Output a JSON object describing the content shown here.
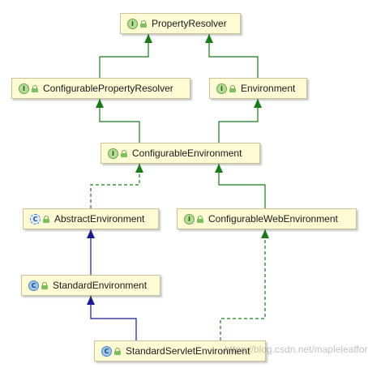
{
  "diagram": {
    "nodes": [
      {
        "id": "property-resolver",
        "label": "PropertyResolver",
        "kind": "interface",
        "badge": "I"
      },
      {
        "id": "configurable-property-resolver",
        "label": "ConfigurablePropertyResolver",
        "kind": "interface",
        "badge": "I"
      },
      {
        "id": "environment",
        "label": "Environment",
        "kind": "interface",
        "badge": "I"
      },
      {
        "id": "configurable-environment",
        "label": "ConfigurableEnvironment",
        "kind": "interface",
        "badge": "I"
      },
      {
        "id": "abstract-environment",
        "label": "AbstractEnvironment",
        "kind": "abstract",
        "badge": "C"
      },
      {
        "id": "configurable-web-environment",
        "label": "ConfigurableWebEnvironment",
        "kind": "interface",
        "badge": "I"
      },
      {
        "id": "standard-environment",
        "label": "StandardEnvironment",
        "kind": "class",
        "badge": "C"
      },
      {
        "id": "standard-servlet-environment",
        "label": "StandardServletEnvironment",
        "kind": "class",
        "badge": "C"
      }
    ],
    "edges": [
      {
        "from": "configurable-property-resolver",
        "to": "property-resolver",
        "type": "extends-interface"
      },
      {
        "from": "environment",
        "to": "property-resolver",
        "type": "extends-interface"
      },
      {
        "from": "configurable-environment",
        "to": "configurable-property-resolver",
        "type": "extends-interface"
      },
      {
        "from": "configurable-environment",
        "to": "environment",
        "type": "extends-interface"
      },
      {
        "from": "abstract-environment",
        "to": "configurable-environment",
        "type": "implements"
      },
      {
        "from": "configurable-web-environment",
        "to": "configurable-environment",
        "type": "extends-interface"
      },
      {
        "from": "standard-environment",
        "to": "abstract-environment",
        "type": "extends-class"
      },
      {
        "from": "standard-servlet-environment",
        "to": "standard-environment",
        "type": "extends-class"
      },
      {
        "from": "standard-servlet-environment",
        "to": "configurable-web-environment",
        "type": "implements"
      }
    ],
    "colors": {
      "interface_edge": "#1a7a1a",
      "class_edge": "#1a1a8c",
      "node_fill": "#fefbd5"
    }
  },
  "watermark": "https://blog.csdn.net/mapleleafforest"
}
